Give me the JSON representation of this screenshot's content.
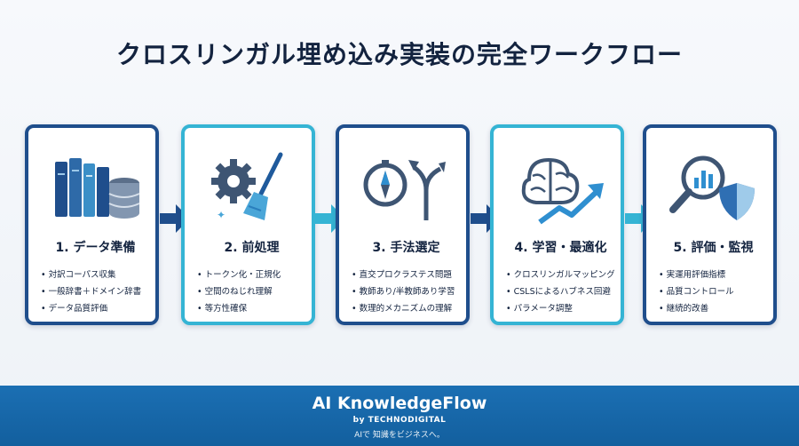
{
  "title": "クロスリンガル埋め込み実装の完全ワークフロー",
  "colors": {
    "dark_blue": "#1f4e8c",
    "teal": "#35b4d4",
    "footer": "#1568a8"
  },
  "steps": [
    {
      "heading": "1. データ準備",
      "icon": "books-database-icon",
      "border": "dark",
      "bullets": [
        "対訳コーパス収集",
        "一般辞書＋ドメイン辞書",
        "データ品質評価"
      ]
    },
    {
      "heading": "2. 前処理",
      "icon": "gear-broom-icon",
      "border": "teal",
      "bullets": [
        "トークン化・正規化",
        "空間のねじれ理解",
        "等方性確保"
      ]
    },
    {
      "heading": "3. 手法選定",
      "icon": "compass-split-arrow-icon",
      "border": "dark",
      "bullets": [
        "直交プロクラステス問題",
        "教師あり/半教師あり学習",
        "数理的メカニズムの理解"
      ]
    },
    {
      "heading": "4. 学習・最適化",
      "icon": "brain-growth-chart-icon",
      "border": "teal",
      "bullets": [
        "クロスリンガルマッピング",
        "CSLSによるハブネス回避",
        "パラメータ調整"
      ]
    },
    {
      "heading": "5. 評価・監視",
      "icon": "magnifier-shield-icon",
      "border": "dark",
      "bullets": [
        "実運用評価指標",
        "品質コントロール",
        "継続的改善"
      ]
    }
  ],
  "footer": {
    "brand": "AI KnowledgeFlow",
    "by": "by TECHNODIGITAL",
    "tagline": "AIで 知識をビジネスへ。"
  }
}
